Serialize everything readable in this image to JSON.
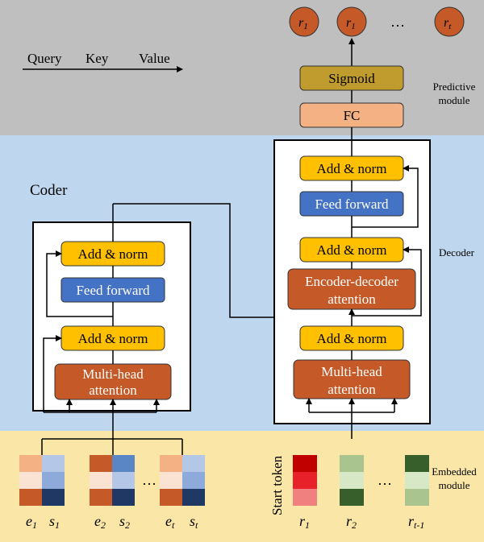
{
  "bands": {
    "predictive": {
      "label_line1": "Predictive",
      "label_line2": "module",
      "color": "#c0bfbf"
    },
    "middle": {
      "color": "#bfd7ee"
    },
    "embedded": {
      "label_line1": "Embedded",
      "label_line2": "module",
      "color": "#fae6a7"
    }
  },
  "legend": {
    "query": "Query",
    "key": "Key",
    "value": "Value"
  },
  "outputs": {
    "r1a": "r",
    "r1a_sub": "1",
    "r1b": "r",
    "r1b_sub": "1",
    "dots": "…",
    "rt": "r",
    "rt_sub": "t",
    "color": "#c55a28"
  },
  "predictive": {
    "sigmoid": "Sigmoid",
    "fc": "FC"
  },
  "coder": {
    "title": "Coder",
    "add_norm_top": "Add & norm",
    "feed_forward": "Feed forward",
    "add_norm_bottom": "Add & norm",
    "attention_line1": "Multi-head",
    "attention_line2": "attention"
  },
  "decoder": {
    "label": "Decoder",
    "add_norm_top": "Add & norm",
    "feed_forward": "Feed forward",
    "add_norm_mid": "Add & norm",
    "encdec_line1": "Encoder-decoder",
    "encdec_line2": "attention",
    "add_norm_bottom": "Add & norm",
    "attention_line1": "Multi-head",
    "attention_line2": "attention"
  },
  "embedded": {
    "start_token": "Start token",
    "dots_left": "…",
    "dots_right": "…",
    "labels": {
      "e1": "e",
      "e1_sub": "1",
      "s1": "s",
      "s1_sub": "1",
      "e2": "e",
      "e2_sub": "2",
      "s2": "s",
      "s2_sub": "2",
      "et": "e",
      "et_sub": "t",
      "st": "s",
      "st_sub": "t",
      "r1": "r",
      "r1_sub": "1",
      "r2": "r",
      "r2_sub": "2",
      "rt1": "r",
      "rt1_sub": "t-1"
    }
  },
  "colors": {
    "yellow": "#ffc000",
    "blue": "#4472c4",
    "orange": "#c55a28",
    "salmon": "#f4b183",
    "olive": "#c09c2e",
    "red": "#e8202a",
    "green_dark": "#365f2b"
  }
}
